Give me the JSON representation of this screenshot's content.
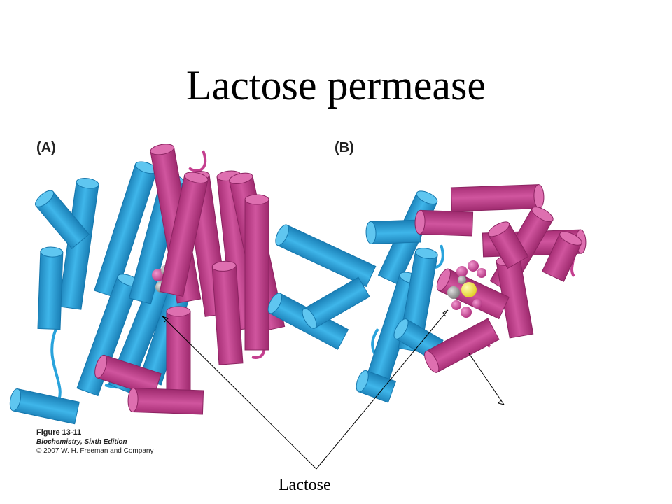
{
  "title": "Lactose permease",
  "panels": {
    "a_label": "(A)",
    "b_label": "(B)"
  },
  "caption": {
    "figure": "Figure 13-11",
    "book": "Biochemistry, Sixth Edition",
    "copyright": "© 2007 W. H. Freeman and Company"
  },
  "annotation": {
    "label": "Lactose"
  },
  "colors": {
    "n_domain_helix": "#29a3dc",
    "c_domain_helix": "#c43f8f",
    "ligand_gray": "#9a9a9a",
    "ligand_yellow": "#f5e84a"
  }
}
